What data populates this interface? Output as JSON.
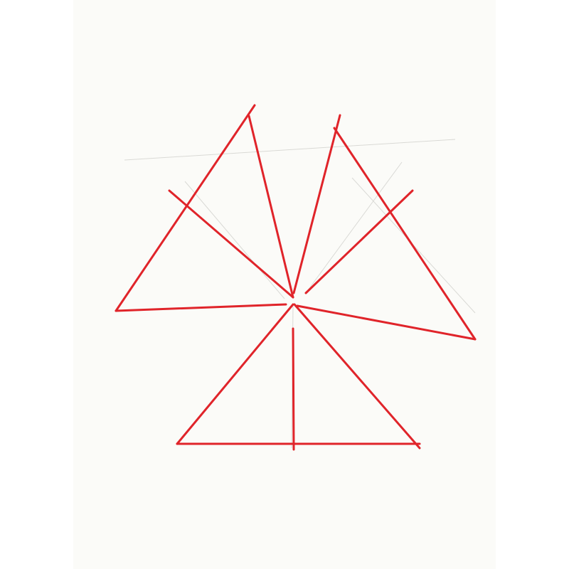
{
  "drawing": {
    "page_color": "#ffffff",
    "paper_color": "#fbfbf8",
    "stroke_color": "#e0242a",
    "pencil_color": "#d6d6d2",
    "figures": [
      {
        "name": "upper-left-triangle"
      },
      {
        "name": "upper-right-triangle"
      },
      {
        "name": "bottom-triangle"
      }
    ]
  }
}
